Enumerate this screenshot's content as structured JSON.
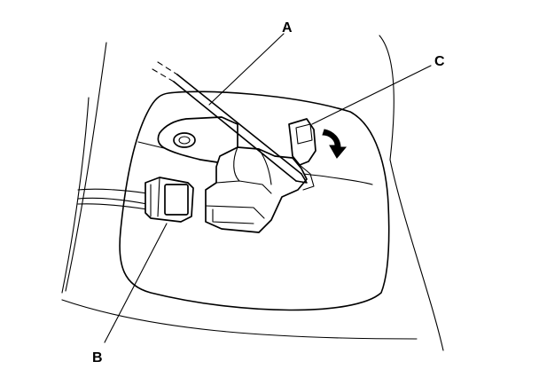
{
  "callouts": {
    "a": {
      "label": "A"
    },
    "b": {
      "label": "B"
    },
    "c": {
      "label": "C"
    }
  },
  "colors": {
    "line": "#000000",
    "background": "#ffffff"
  }
}
